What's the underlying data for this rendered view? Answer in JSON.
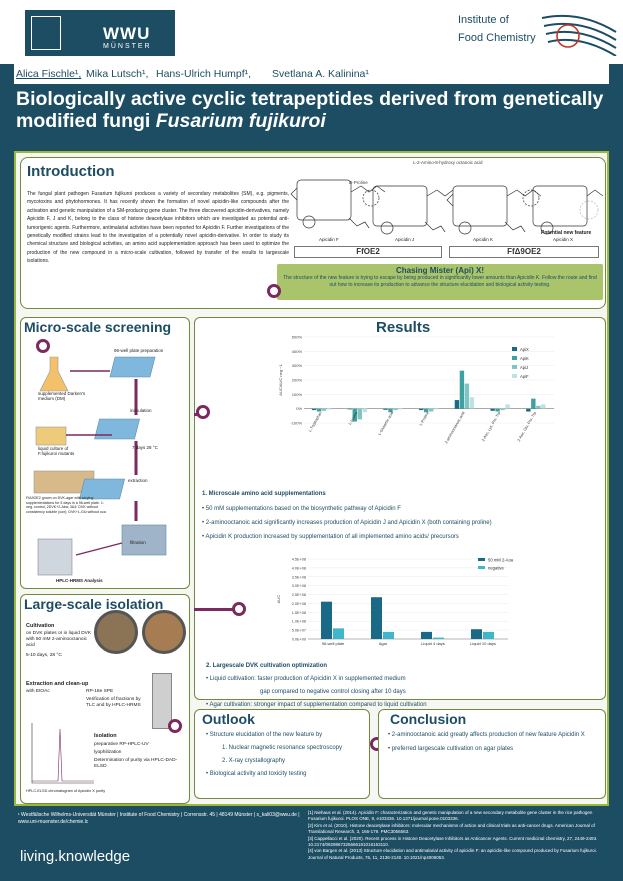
{
  "header": {
    "university": "WWU",
    "city": "MÜNSTER",
    "institute_line1": "Institute of",
    "institute_line2": "Food Chemistry"
  },
  "authors": [
    "Alica Fischle¹,",
    "Mika Lutsch¹,",
    "Hans-Ulrich Humpf¹,",
    "Svetlana A. Kalinina¹"
  ],
  "title": {
    "line1": "Biologically active cyclic tetrapeptides derived from genetically",
    "line2": "modified fungi ",
    "species": "Fusarium fujikuroi"
  },
  "intro": {
    "heading": "Introduction",
    "body": "The fungal plant pathogen Fusarium fujikuroi produces a variety of secondary metabolites (SM), e.g. pigments, mycotoxins and phytohormones. It has recently shown the formation of novel apicidin-like compounds after the activation and genetic manipulation of a SM-producing gene cluster. The three discovered apicidin-derivatives, namely Apicidin F, J and K, belong to the class of histone deacetylase inhibitors which are investigated as potential anti-tumorigenic agents. Furthermore, antimalarial activities have been reported for Apicidin F. Further investigations of the genetically modified strains lead to the investigation of a potentially novel apicidin-derivative. In order to study its chemical structure and biological activities, an amino acid supplementation approach has been used to optimize the production of the new compound in a micro-scale cultivation, followed by transfer of the results to largescale isolations.",
    "mol_labels": [
      "Apicidin F",
      "Apicidin J",
      "Apicidin K",
      "Apicidin X"
    ],
    "mol_notes": [
      "L-2-Amino-8-hydroxy octanoic acid",
      "D-Proline",
      "Potential new feature"
    ],
    "strains": [
      "FfOE2",
      "FfΔ9OE2"
    ]
  },
  "chasing": {
    "heading": "Chasing Mister (Api) X!",
    "body": "The structure of the new feature is trying to escape by being produced in significantly lower amounts than Apicidin K. Follow the route and find out how to increase its production to advance the structure elucidation and biological activity testing."
  },
  "micro": {
    "heading": "Micro-scale screening",
    "steps": [
      "96-well plate preparation",
      "supplemented Darken's medium (DM)",
      "liquid culture of F.fujikuroi mutants",
      "inoculation",
      "7 days 28 °C",
      "extraction",
      "filtration",
      "HPLC-HRMS Analysis"
    ],
    "plate_caption": "FfΔ9OE2 grown on DVK-agar with varying supplementations for 5 days in a 96-well plate. 1: neg. control; 2DVK+2-Aba; 3&4: DVK without consistency soluble (con); DVK+L-Glu without oca"
  },
  "large": {
    "heading": "Large-scale isolation",
    "cultivation": [
      "Cultivation",
      "on DVK plates or in liquid DVK with 50 mM 2-aminooctanoic acid",
      "5-10 days, 28 °C"
    ],
    "extraction": [
      "Extraction and clean-up",
      "with EtOAc",
      "RP-18e SPE",
      "Verification of fractions by TLC and by HPLC-HRMS"
    ],
    "isolation": [
      "Isolation",
      "preparative RP-HPLC-UV",
      "lyophilization",
      "Determination of purity via HPLC-DAD-ELSD"
    ],
    "chrom_caption": "HPLC-ELSD chromatogram of Apicidin X purity"
  },
  "results": {
    "heading": "Results",
    "sec1_title": "1. Microscale amino acid supplementations",
    "sec1_bullets": [
      "50 mM supplementations based on the biosynthetic pathway of Apicidin F",
      "2-aminooctanoic acid significantly increases production of Apicidin J and Apicidin X (both containing proline)",
      "Apicidin K production increased by supplementation of all implemented amino acids/ precursors"
    ],
    "sec2_title": "2. Largescale DVK cultivation optimization",
    "sec2_bullets": [
      "Liquid cultivation: faster production of Apicidin X in supplemented medium",
      "gap compared to negative control closing after 10 days",
      "Agar cultivation: stronger impact of supplementation compared to liquid cultivation"
    ]
  },
  "outlook": {
    "heading": "Outlook",
    "items": [
      "Structure elucidation of the new feature by",
      "1. Nuclear magnetic resonance spectroscopy",
      "2. X-ray crystallography",
      "Biological activity and toxicity testing"
    ]
  },
  "conclusion": {
    "heading": "Conclusion",
    "items": [
      "2-aminooctanoic acid greatly affects production of new feature Apicidin X",
      "preferred largescale cultivation on agar plates"
    ]
  },
  "footer": {
    "affiliation": "¹ Westfälische Wilhelms-Universität Münster | Institute of Food Chemistry | Corrensstr. 45 | 48149 Münster | s_kali03@wwu.de | www.uni-muenster.de/chemie.lc",
    "refs": [
      "[1] Niehaus et al. (2014). Apicidin F: characterization and genetic manipulation of a new secondary metabolite gene cluster in the rice pathogen Fusarium fujikuroi. PLOS ONE, 9, e103336. 10.1371/journal.pone.0103336.",
      "[2] Kim et al. (2010). Histone deacetylase inhibitors: molecular mechanisms of action and clinical trials as anti-cancer drugs. American Journal of Translational Research, 3, 166-179. PMC3056563.",
      "[3] Cappellacci et al. (2020). Recent process in Histone Deacetylase Inhibitors as Anticancer Agents. Current medicinal chemistry, 27, 2449-2493. 10.2174/0929867325666181016163110.",
      "[4] von Bargen et al. (2013) Structure elucidation and antimalarial activity of apicidin F: an apicidin-like compound produced by Fusarium fujikuroi. Journal of Natural Products, 76, 11, 2136-2140. 10.1021/np4006053."
    ],
    "tagline": "living.knowledge"
  },
  "chart_data": [
    {
      "type": "bar",
      "ylabel": "AUC/AUC neg −1",
      "ylim": [
        -100,
        500
      ],
      "yticks": [
        "500%",
        "400%",
        "300%",
        "200%",
        "100%",
        "0%",
        "-100%"
      ],
      "categories": [
        "L-Tryptophan",
        "L-Lysine",
        "L-Glutamic acid",
        "L-Proline",
        "2-aminooctanoic acid",
        "2-Aoc, Lys, Pro, Trp",
        "2-Aoc, Glu, Pro, Trp"
      ],
      "series": [
        {
          "name": "ApiX",
          "color": "#1a6a87",
          "values": [
            -10,
            -5,
            -8,
            -10,
            60,
            -15,
            -20
          ]
        },
        {
          "name": "ApiK",
          "color": "#3fa0a0",
          "values": [
            -20,
            -90,
            -25,
            -25,
            265,
            -20,
            70
          ]
        },
        {
          "name": "ApiJ",
          "color": "#7fc5c5",
          "values": [
            -15,
            -75,
            -10,
            -20,
            175,
            -10,
            20
          ]
        },
        {
          "name": "ApiF",
          "color": "#bfe1e1",
          "values": [
            -5,
            -25,
            -5,
            -5,
            80,
            30,
            30
          ]
        }
      ]
    },
    {
      "type": "bar",
      "ylabel": "AUC",
      "ylim": [
        0,
        450000000.0
      ],
      "yticks": [
        "4.5E+08",
        "4.0E+08",
        "3.5E+08",
        "3.0E+08",
        "2.5E+08",
        "2.0E+08",
        "1.5E+08",
        "1.0E+08",
        "5.0E+07",
        "0.0E+00"
      ],
      "categories": [
        "96-well plate",
        "Agar",
        "Liquid 4 days",
        "Liquid 10 days"
      ],
      "series": [
        {
          "name": "50 mM 2-Aoa",
          "color": "#1a6a87",
          "values": [
            210000000.0,
            235000000.0,
            40000000.0,
            55000000.0
          ]
        },
        {
          "name": "negative",
          "color": "#3fb6c9",
          "values": [
            60000000.0,
            40000000.0,
            8000000.0,
            40000000.0
          ]
        }
      ]
    }
  ]
}
